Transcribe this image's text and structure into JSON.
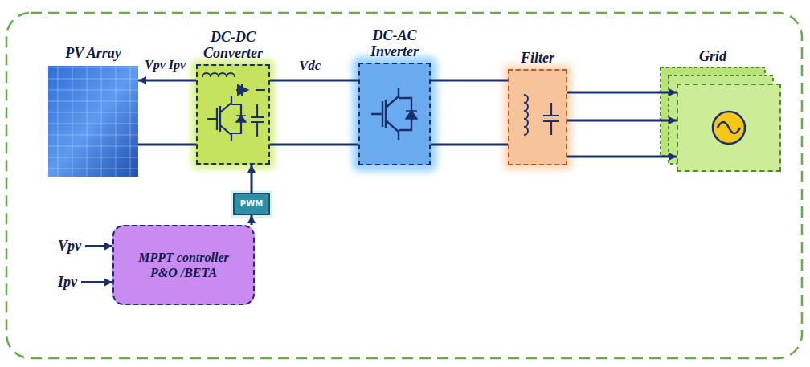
{
  "diagram": {
    "nodes": [
      {
        "text": [
          "PV Array"
        ]
      },
      {
        "text": [
          "DC-DC Converter"
        ]
      },
      {
        "text": [
          "DC-AC Inverter"
        ]
      },
      {
        "text": [
          "Filter"
        ]
      },
      {
        "text": [
          "Grid"
        ]
      },
      {
        "text": [
          "PWM"
        ]
      },
      {
        "text": [
          "MPPT controller P&O /BETA"
        ]
      }
    ],
    "edges": [
      {
        "from": 1,
        "to": 0,
        "arrow": "to"
      },
      {
        "from": 1,
        "to": 2,
        "arrow": "none"
      },
      {
        "from": 2,
        "to": 3,
        "arrow": "none"
      },
      {
        "from": 3,
        "to": 4,
        "arrow": "to"
      },
      {
        "from": 6,
        "to": 5,
        "arrow": "to"
      },
      {
        "from": 5,
        "to": 1,
        "arrow": "to"
      }
    ],
    "labels": [
      "Vpv Ipv",
      "Vdc",
      "Vpv",
      "Ipv"
    ]
  }
}
